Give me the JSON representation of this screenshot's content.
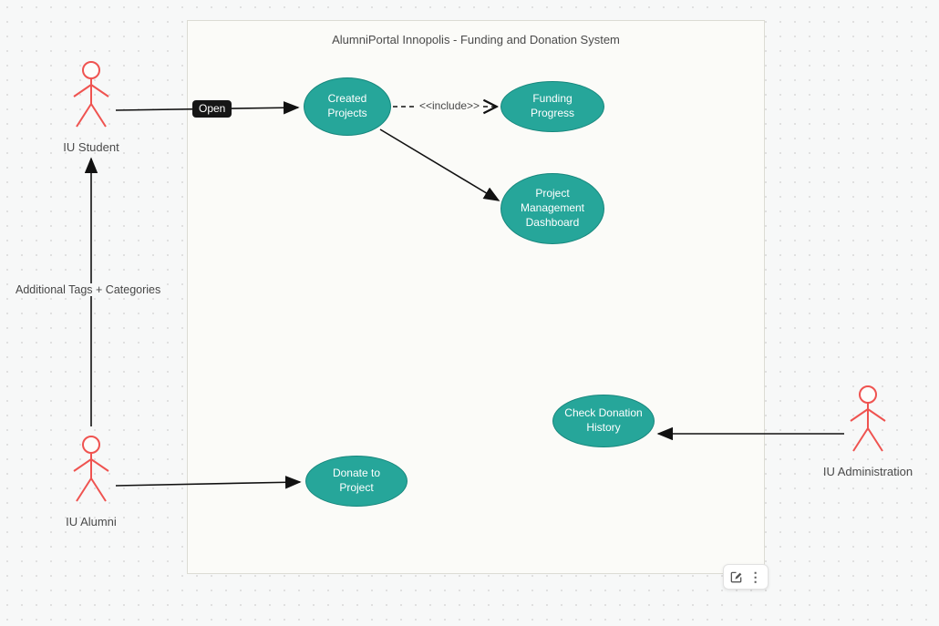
{
  "system": {
    "title": "AlumniPortal Innopolis - Funding and Donation System"
  },
  "actors": {
    "iu_student": {
      "label": "IU Student"
    },
    "iu_alumni": {
      "label": "IU Alumni"
    },
    "iu_administration": {
      "label": "IU Administration"
    }
  },
  "use_cases": {
    "created_projects": {
      "label": "Created Projects"
    },
    "funding_progress": {
      "label": "Funding Progress"
    },
    "project_management_dashboard": {
      "label": "Project Management Dashboard"
    },
    "check_donation_history": {
      "label": "Check Donation History"
    },
    "donate_to_project": {
      "label": "Donate to Project"
    }
  },
  "edges": {
    "open_label": "Open",
    "include_label": "<<include>>",
    "generalization_label": "Additional Tags + Categories"
  },
  "toolbar": {
    "icons": [
      "edit-icon",
      "more-vertical-icon"
    ],
    "more_glyph": "⋮"
  },
  "colors": {
    "canvas_bg": "#f7f8f8",
    "boundary_bg": "#fbfbf8",
    "usecase_fill": "#26a69a",
    "usecase_border": "#17877d",
    "actor_stroke": "#ef5350",
    "edge": "#111111",
    "open_badge_bg": "#161616",
    "open_badge_text": "#ffffff",
    "label_text": "#474747"
  }
}
